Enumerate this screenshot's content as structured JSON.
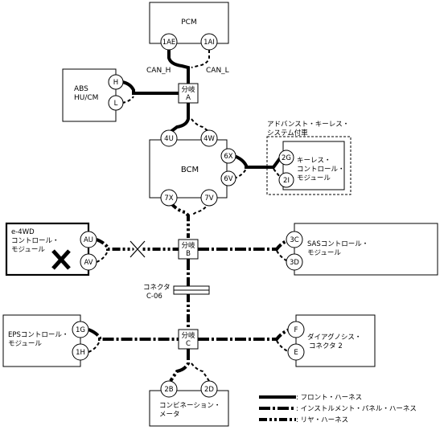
{
  "modules": {
    "pcm": {
      "name": "PCM",
      "pins": [
        "1AE",
        "1AI"
      ]
    },
    "abs": {
      "name_line1": "ABS",
      "name_line2": "HU/CM",
      "pins": [
        "H",
        "L"
      ]
    },
    "bcm": {
      "name": "BCM",
      "pins": [
        "4U",
        "4W",
        "6X",
        "6V",
        "7X",
        "7V"
      ]
    },
    "keyless": {
      "option_line1": "アドバンスト・キーレス・",
      "option_line2": "システム付車",
      "name_line1": "キーレス・",
      "name_line2": "コントロール・",
      "name_line3": "モジュール",
      "pins": [
        "2G",
        "2I"
      ]
    },
    "e4wd": {
      "name_line1": "e-4WD",
      "name_line2": "コントロール・",
      "name_line3": "モジュール",
      "pins": [
        "AU",
        "AV"
      ]
    },
    "sas": {
      "name_line1": "SASコントロール・",
      "name_line2": "モジュール",
      "pins": [
        "3C",
        "3D"
      ]
    },
    "eps": {
      "name_line1": "EPSコントロール・",
      "name_line2": "モジュール",
      "pins": [
        "1G",
        "1H"
      ]
    },
    "diag": {
      "name_line1": "ダイアグノシス・",
      "name_line2": "コネクタ 2",
      "pins": [
        "F",
        "E"
      ]
    },
    "meter": {
      "name_line1": "コンビネーション・",
      "name_line2": "メータ",
      "pins": [
        "2B",
        "2D"
      ]
    }
  },
  "can_labels": {
    "high": "CAN_H",
    "low": "CAN_L"
  },
  "junctions": [
    {
      "line1": "分岐",
      "line2": "A"
    },
    {
      "line1": "分岐",
      "line2": "B"
    },
    {
      "line1": "分岐",
      "line2": "C"
    }
  ],
  "connector": {
    "line1": "コネクタ",
    "line2": "C-06"
  },
  "legend": [
    {
      "style": "front",
      "label": ": フロント・ハーネス"
    },
    {
      "style": "inst",
      "label": ": インストルメント・パネル・ハーネス"
    },
    {
      "style": "rear",
      "label": ": リヤ・ハーネス"
    }
  ]
}
